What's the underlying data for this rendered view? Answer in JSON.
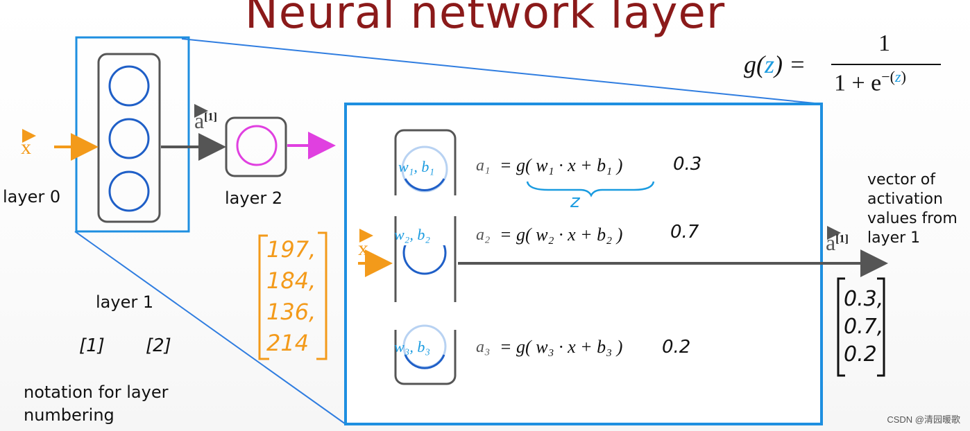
{
  "title": "Neural network layer",
  "sigmoid": {
    "lhs": "g(",
    "z": "z",
    "rhs": ") =",
    "numerator": "1",
    "denominator_a": "1 + e",
    "exp_prefix": "−(",
    "exp_z": "z",
    "exp_suffix": ")"
  },
  "input_symbol": "x",
  "layer_labels": {
    "layer0": "layer 0",
    "layer1": "layer 1",
    "layer2": "layer 2"
  },
  "activation_label": "a",
  "superscript": "[1]",
  "notation": {
    "text": "notation for layer numbering",
    "tag1": "[1]",
    "tag2": "[2]"
  },
  "input_vector": [
    "197,",
    "184,",
    "136,",
    "214"
  ],
  "units": [
    {
      "params": "w₁, b₁",
      "eq_lhs": "a₁",
      "eq_rhs": "= g( w₁ · x + b₁ )",
      "value": "0.3"
    },
    {
      "params": "w₂, b₂",
      "eq_lhs": "a₂",
      "eq_rhs": "= g( w₂ · x + b₂ )",
      "value": "0.7"
    },
    {
      "params": "w₃, b₃",
      "eq_lhs": "a₃",
      "eq_rhs": "= g( w₃ · x + b₃ )",
      "value": "0.2"
    }
  ],
  "z_brace_label": "z",
  "output_label": "vector of activation values from layer 1",
  "output_lines": [
    "vector of",
    "activation",
    "values from",
    "layer 1"
  ],
  "output_vector": [
    "0.3,",
    "0.7,",
    "0.2"
  ],
  "watermark": "CSDN @清园暖歌",
  "colors": {
    "title": "#8b1a1a",
    "blue_box": "#1e8fe0",
    "circle": "#1f5fc7",
    "orange": "#f39a1a",
    "magenta": "#e040e0",
    "purple": "#6a2b9a",
    "cyan": "#1a9be0",
    "grey": "#555555"
  }
}
